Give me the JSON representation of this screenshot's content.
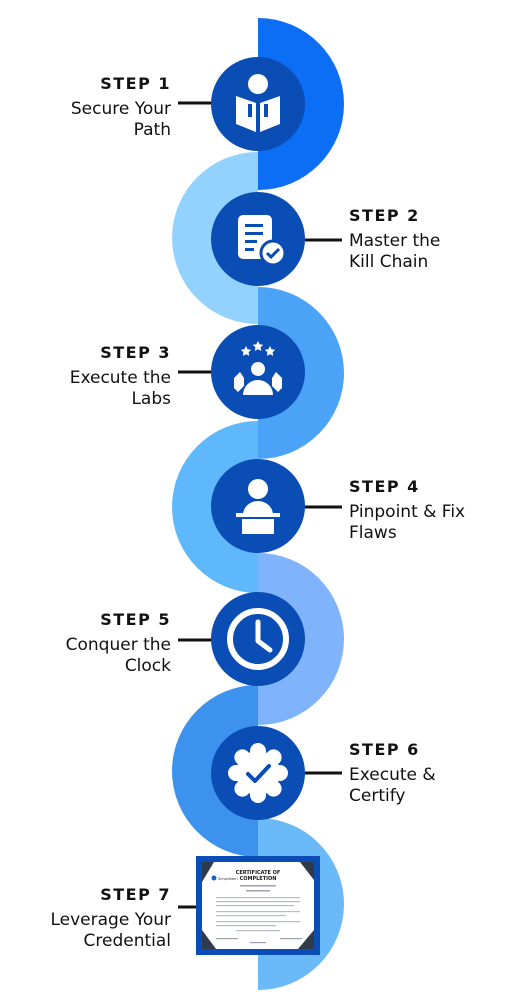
{
  "steps": [
    {
      "title": "STEP 1",
      "line1": "Secure Your",
      "line2": "Path",
      "icon": "reader-icon"
    },
    {
      "title": "STEP 2",
      "line1": "Master the",
      "line2": "Kill Chain",
      "icon": "checklist-icon"
    },
    {
      "title": "STEP 3",
      "line1": "Execute the",
      "line2": "Labs",
      "icon": "team-gear-icon"
    },
    {
      "title": "STEP 4",
      "line1": "Pinpoint & Fix",
      "line2": "Flaws",
      "icon": "podium-icon"
    },
    {
      "title": "STEP 5",
      "line1": "Conquer the",
      "line2": "Clock",
      "icon": "clock-icon"
    },
    {
      "title": "STEP 6",
      "line1": "Execute &",
      "line2": "Certify",
      "icon": "badge-check-icon"
    },
    {
      "title": "STEP 7",
      "line1": "Leverage Your",
      "line2": "Credential",
      "icon": "certificate-icon"
    }
  ],
  "colors": {
    "navy": "#0a4db5",
    "seg1": "#0b6ef5",
    "seg2": "#93d2ff",
    "seg3": "#4ba3f7",
    "seg4": "#5fb8fb",
    "seg5": "#7fb3fb",
    "seg6": "#3d92ee",
    "seg7": "#6ab9f9"
  },
  "certificate": {
    "heading": "CERTIFICATE OF COMPLETION",
    "brand": "Simplilearn"
  }
}
